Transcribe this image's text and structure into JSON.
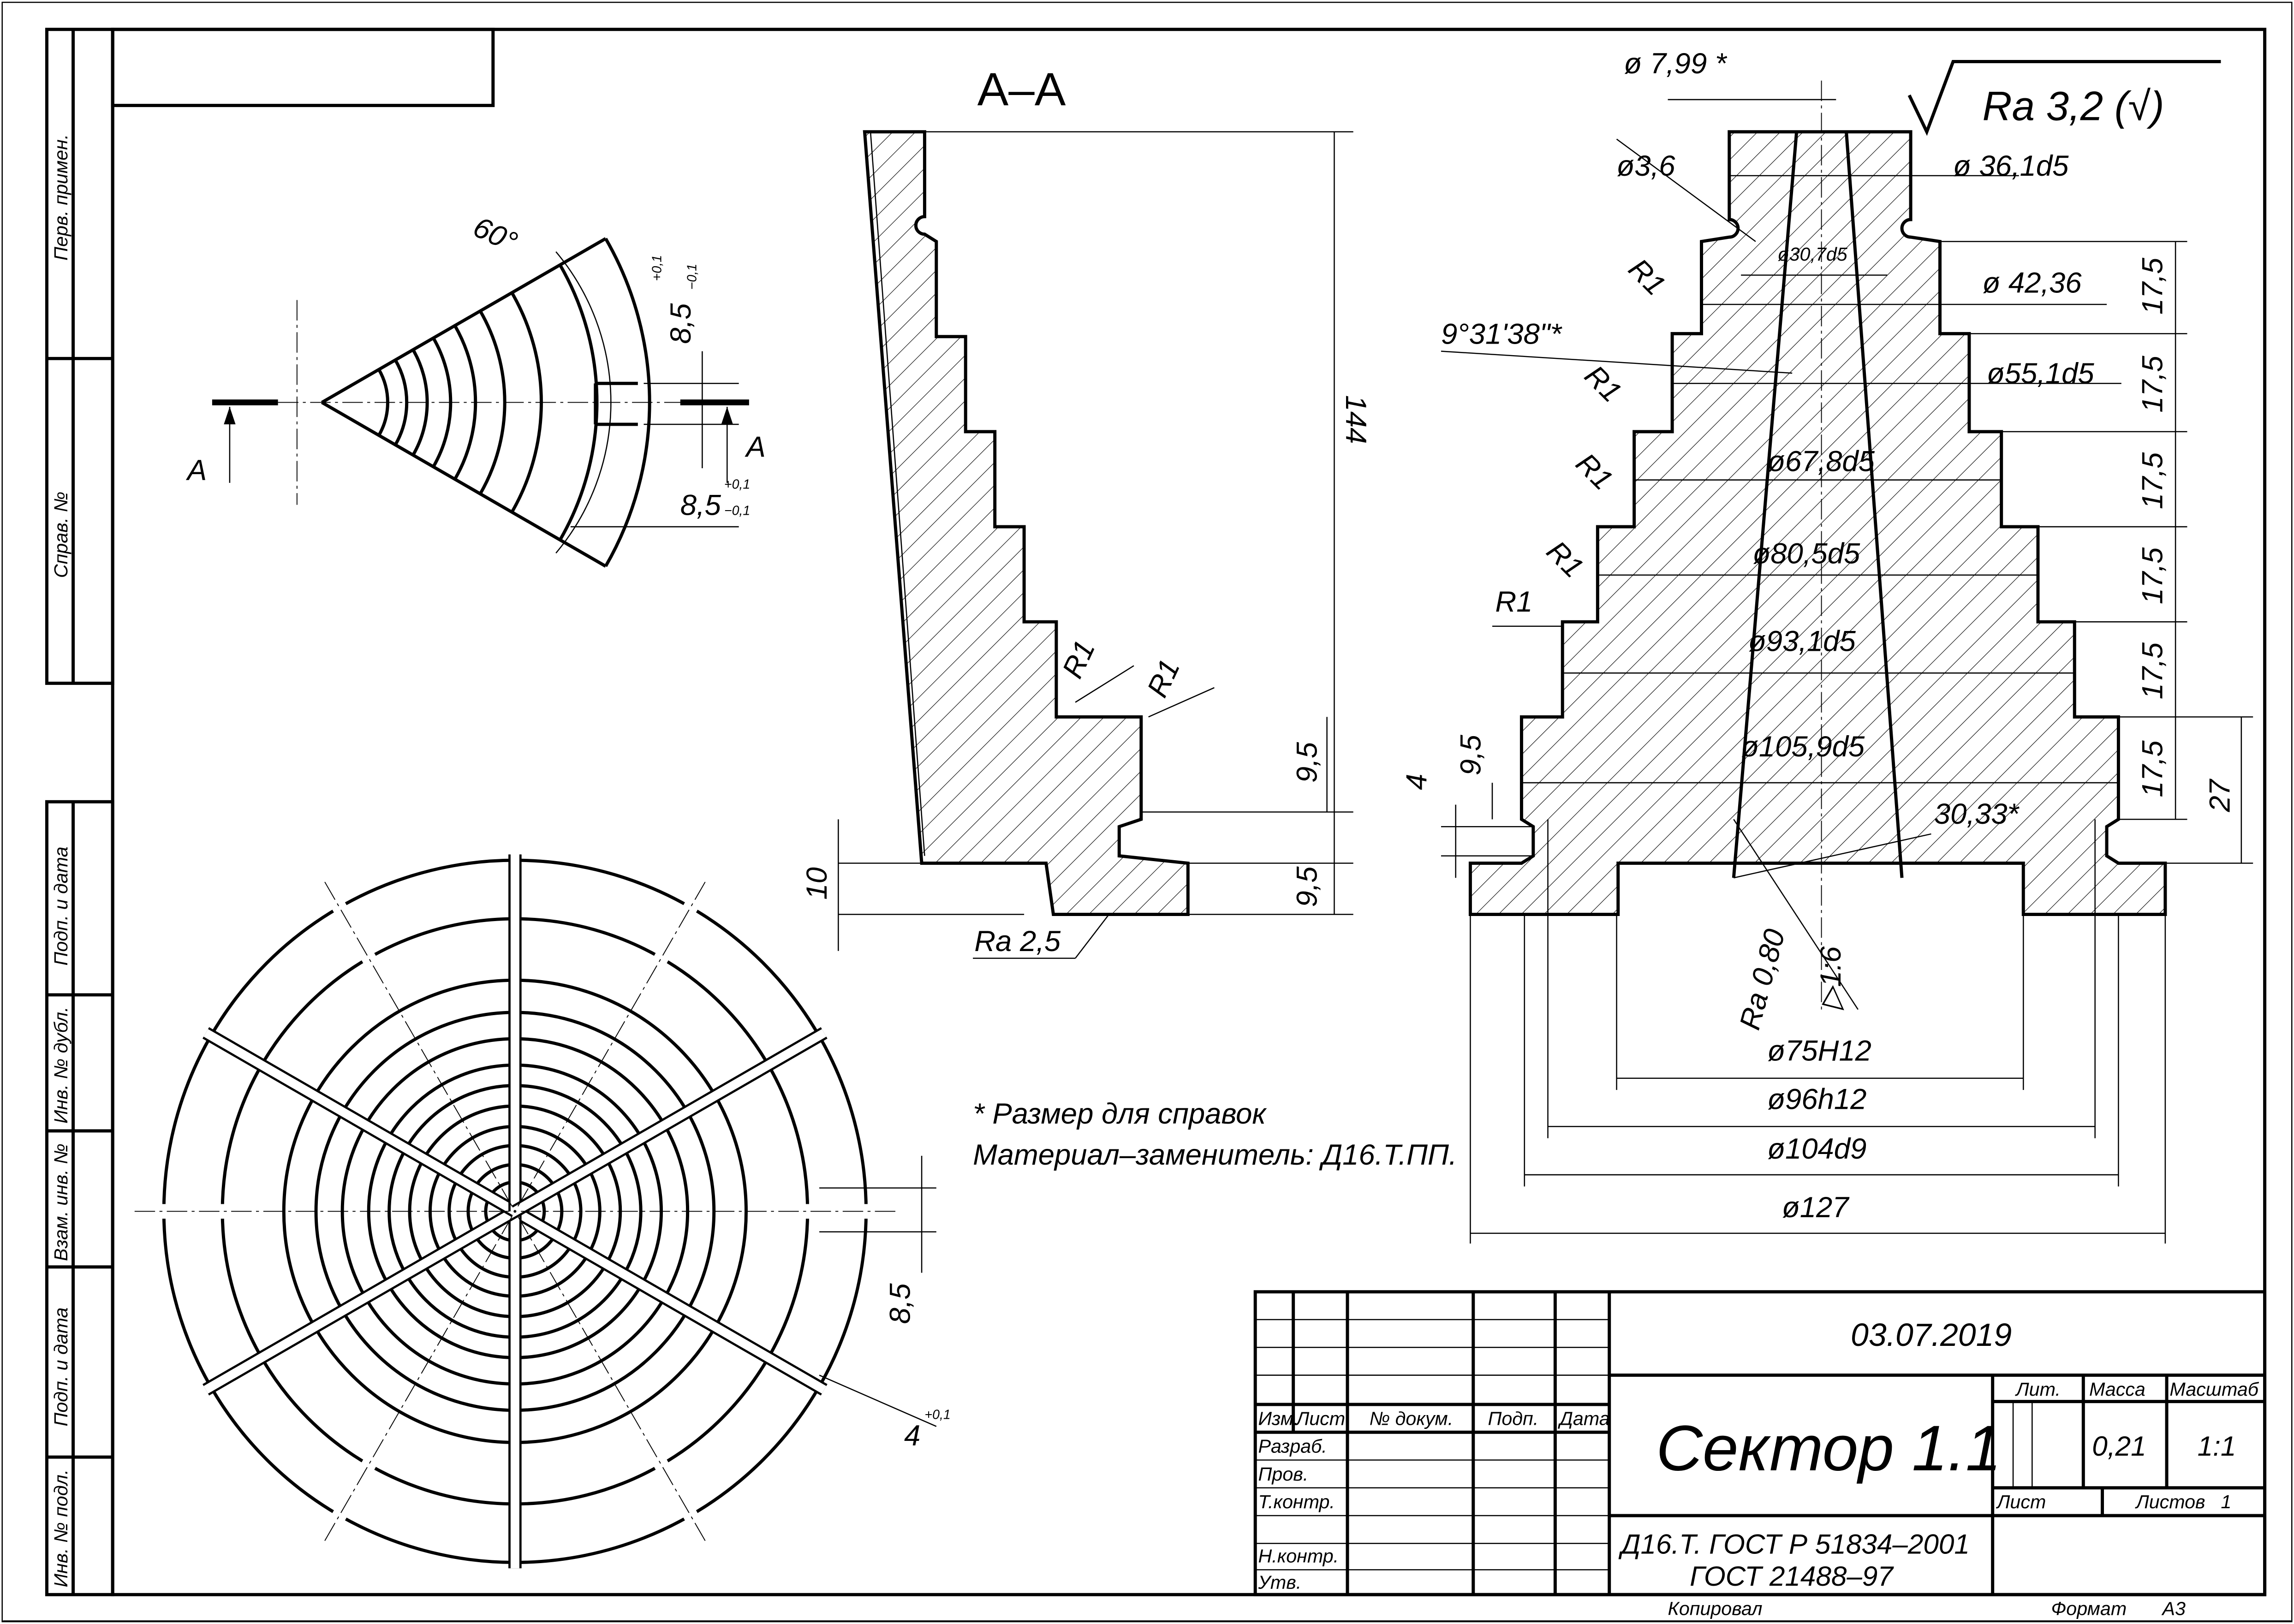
{
  "side_stamps": {
    "top": [
      "Перв. примен.",
      "Справ. №"
    ],
    "bottom": [
      "Подп. и дата",
      "Инв. № дубл.",
      "Взам. инв. №",
      "Подп. и дата",
      "Инв. № подл."
    ]
  },
  "sector_view": {
    "cut_label_left": "A",
    "cut_label_right": "A",
    "angle": "60°",
    "slot_width_1": "8,5",
    "slot_width_2": "8,5",
    "tol_plus": "+0,1",
    "tol_minus": "−0,1"
  },
  "section_view": {
    "title": "A–A",
    "height_total": "144",
    "dim_9_5_a": "9,5",
    "dim_9_5_b": "9,5",
    "dim_10": "10",
    "r1_a": "R1",
    "r1_b": "R1",
    "roughness": "Ra 2,5"
  },
  "main_view": {
    "general_roughness": "Ra 3,2 (√)",
    "d_7_99": "ø 7,99  *",
    "d_3_6": "ø3,6",
    "d_36_1": "ø 36,1d5",
    "d_30_7": "ø30,7d5",
    "d_42_36": "ø 42,36",
    "d_55_1": "ø55,1d5",
    "d_67_8": "ø67,8d5",
    "d_80_5": "ø80,5d5",
    "d_93_1": "ø93,1d5",
    "d_105_9": "ø105,9d5",
    "angle": "9°31'38\"*",
    "radii": [
      "R1",
      "R1",
      "R1",
      "R1",
      "R1"
    ],
    "step_heights": [
      "17,5",
      "17,5",
      "17,5",
      "17,5",
      "17,5",
      "17,5"
    ],
    "dim_27": "27",
    "dim_4": "4",
    "dim_9_5": "9,5",
    "dim_30_33": "30,33*",
    "ra_080": "Ra 0,80",
    "taper": "▷1:6",
    "d_75": "ø75H12",
    "d_96": "ø96h12",
    "d_104": "ø104d9",
    "d_127": "ø127"
  },
  "round_view": {
    "slot_dim": "8,5",
    "slot_4": "4",
    "slot_4_tol": "+0,1"
  },
  "notes": [
    "* Размер для справок",
    "Материал–заменитель: Д16.Т.ПП."
  ],
  "title_block": {
    "date": "03.07.2019",
    "part_name": "Сектор 1.1",
    "material_line1": "Д16.Т. ГОСТ Р 51834–2001",
    "material_line2": "ГОСТ 21488–97",
    "col_headers": [
      "Изм.",
      "Лист",
      "№ докум.",
      "Подп.",
      "Дата"
    ],
    "roles": [
      "Разраб.",
      "Пров.",
      "Т.контр.",
      "Н.контр.",
      "Утв."
    ],
    "lit_label": "Лит.",
    "mass_label": "Масса",
    "scale_label": "Масштаб",
    "mass": "0,21",
    "scale": "1:1",
    "sheet_label": "Лист",
    "sheets_label": "Листов",
    "sheets": "1",
    "copied": "Копировал",
    "format_label": "Формат",
    "format": "А3"
  }
}
